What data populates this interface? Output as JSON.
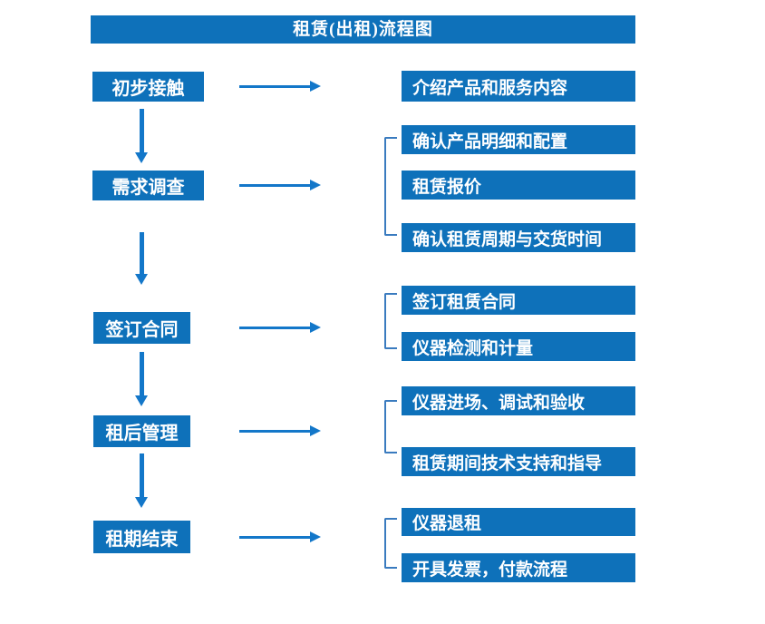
{
  "title": "租赁(出租)流程图",
  "colors": {
    "box_blue": "#0e71ba",
    "arrow_blue": "#1377c9",
    "bracket_blue": "#3a7bbf",
    "text_white": "#ffffff"
  },
  "flow": {
    "stages": [
      {
        "label": "初步接触",
        "details": [
          "介绍产品和服务内容"
        ]
      },
      {
        "label": "需求调查",
        "details": [
          "确认产品明细和配置",
          "租赁报价",
          "确认租赁周期与交货时间"
        ]
      },
      {
        "label": "签订合同",
        "details": [
          "签订租赁合同",
          "仪器检测和计量"
        ]
      },
      {
        "label": "租后管理",
        "details": [
          "仪器进场、调试和验收",
          "租赁期间技术支持和指导"
        ]
      },
      {
        "label": "租期结束",
        "details": [
          "仪器退租",
          "开具发票，付款流程"
        ]
      }
    ]
  }
}
